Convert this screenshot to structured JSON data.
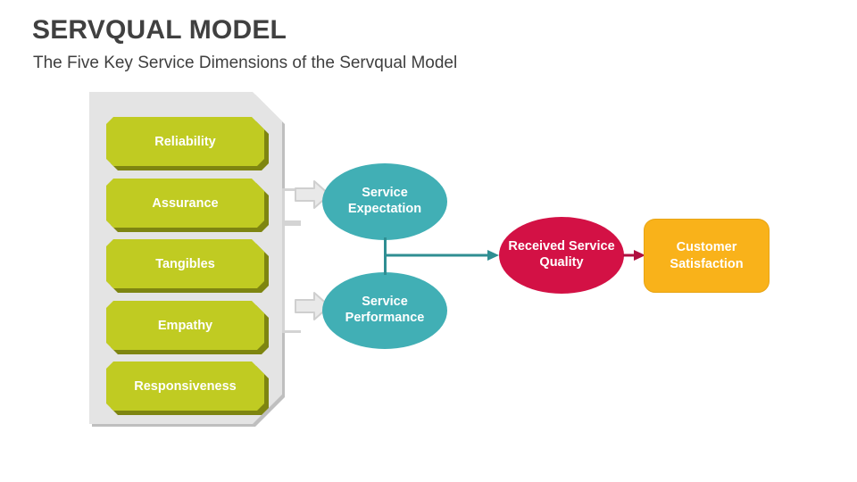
{
  "header": {
    "title": "SERVQUAL MODEL",
    "subtitle": "The Five Key Service Dimensions of the Servqual Model"
  },
  "dimensions_panel": {
    "name": "service-dimensions-panel",
    "items": [
      {
        "label": "Reliability"
      },
      {
        "label": "Assurance"
      },
      {
        "label": "Tangibles"
      },
      {
        "label": "Empathy"
      },
      {
        "label": "Responsiveness"
      }
    ]
  },
  "nodes": {
    "service_expectation": {
      "line1": "Service",
      "line2": "Expectation"
    },
    "service_performance": {
      "line1": "Service",
      "line2": "Performance"
    },
    "received_service_quality": {
      "line1": "Received Service",
      "line2": "Quality"
    },
    "customer_satisfaction": {
      "line1": "Customer",
      "line2": "Satisfaction"
    }
  },
  "colors": {
    "title_text": "#404040",
    "panel_fill": "#e4e4e4",
    "panel_shadow": "#bfbfbf",
    "dimension_fill": "#c0cb22",
    "dimension_shadow": "#7e8511",
    "teal": "#41afb5",
    "teal_line": "#2f8e92",
    "crimson": "#d31145",
    "orange": "#f9b21a",
    "orange_border": "#e8a414",
    "arrow_gray_fill": "#e9e9e9",
    "arrow_gray_stroke": "#cfcfcf",
    "node_text": "#ffffff",
    "background": "#ffffff"
  },
  "icons": {
    "arrow_to_expectation": "block-arrow-right-icon",
    "arrow_to_performance": "block-arrow-right-icon",
    "arrow_to_quality": "arrow-right-icon",
    "arrow_to_satisfaction": "arrow-right-icon"
  },
  "chart_data": {
    "type": "diagram",
    "title": "SERVQUAL MODEL",
    "subtitle": "The Five Key Service Dimensions of the Servqual Model",
    "nodes": [
      {
        "id": "reliability",
        "label": "Reliability",
        "shape": "rounded-rect",
        "color": "#c0cb22",
        "group": "dimensions"
      },
      {
        "id": "assurance",
        "label": "Assurance",
        "shape": "rounded-rect",
        "color": "#c0cb22",
        "group": "dimensions"
      },
      {
        "id": "tangibles",
        "label": "Tangibles",
        "shape": "rounded-rect",
        "color": "#c0cb22",
        "group": "dimensions"
      },
      {
        "id": "empathy",
        "label": "Empathy",
        "shape": "rounded-rect",
        "color": "#c0cb22",
        "group": "dimensions"
      },
      {
        "id": "responsiveness",
        "label": "Responsiveness",
        "shape": "rounded-rect",
        "color": "#c0cb22",
        "group": "dimensions"
      },
      {
        "id": "service_expectation",
        "label": "Service Expectation",
        "shape": "ellipse",
        "color": "#41afb5"
      },
      {
        "id": "service_performance",
        "label": "Service Performance",
        "shape": "ellipse",
        "color": "#41afb5"
      },
      {
        "id": "received_service_quality",
        "label": "Received Service Quality",
        "shape": "ellipse",
        "color": "#d31145"
      },
      {
        "id": "customer_satisfaction",
        "label": "Customer Satisfaction",
        "shape": "rounded-rect",
        "color": "#f9b21a"
      }
    ],
    "edges": [
      {
        "from": "dimensions",
        "to": "service_expectation",
        "style": "block-arrow",
        "color": "#e9e9e9"
      },
      {
        "from": "dimensions",
        "to": "service_performance",
        "style": "block-arrow",
        "color": "#e9e9e9"
      },
      {
        "from": "service_expectation",
        "to": "received_service_quality",
        "style": "arrow",
        "color": "#2f8e92"
      },
      {
        "from": "service_performance",
        "to": "received_service_quality",
        "style": "arrow",
        "color": "#2f8e92"
      },
      {
        "from": "received_service_quality",
        "to": "customer_satisfaction",
        "style": "arrow",
        "color": "#b01040"
      }
    ]
  }
}
